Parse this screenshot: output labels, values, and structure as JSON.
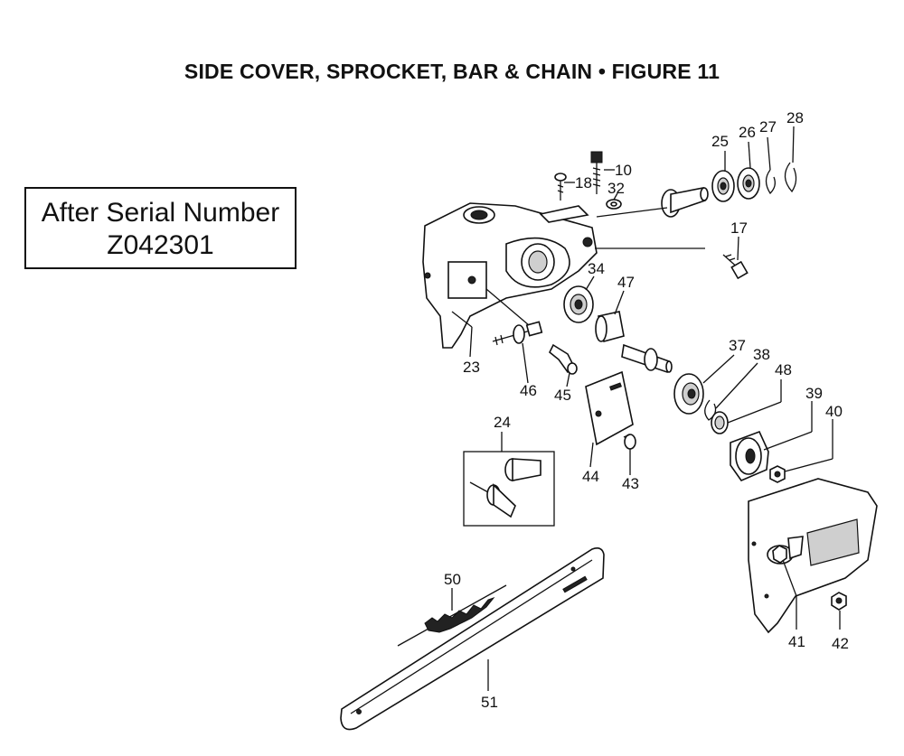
{
  "title": "SIDE COVER, SPROCKET, BAR & CHAIN  •  FIGURE 11",
  "serial_note": {
    "line1": "After Serial Number",
    "line2": "Z042301"
  },
  "part_labels": {
    "p10": "10",
    "p17": "17",
    "p18": "18",
    "p23": "23",
    "p24": "24",
    "p25": "25",
    "p26": "26",
    "p27": "27",
    "p28": "28",
    "p32": "32",
    "p34": "34",
    "p37": "37",
    "p38": "38",
    "p39": "39",
    "p40": "40",
    "p41": "41",
    "p42": "42",
    "p43": "43",
    "p44": "44",
    "p45": "45",
    "p46": "46",
    "p47": "47",
    "p48": "48",
    "p50": "50",
    "p51": "51"
  }
}
